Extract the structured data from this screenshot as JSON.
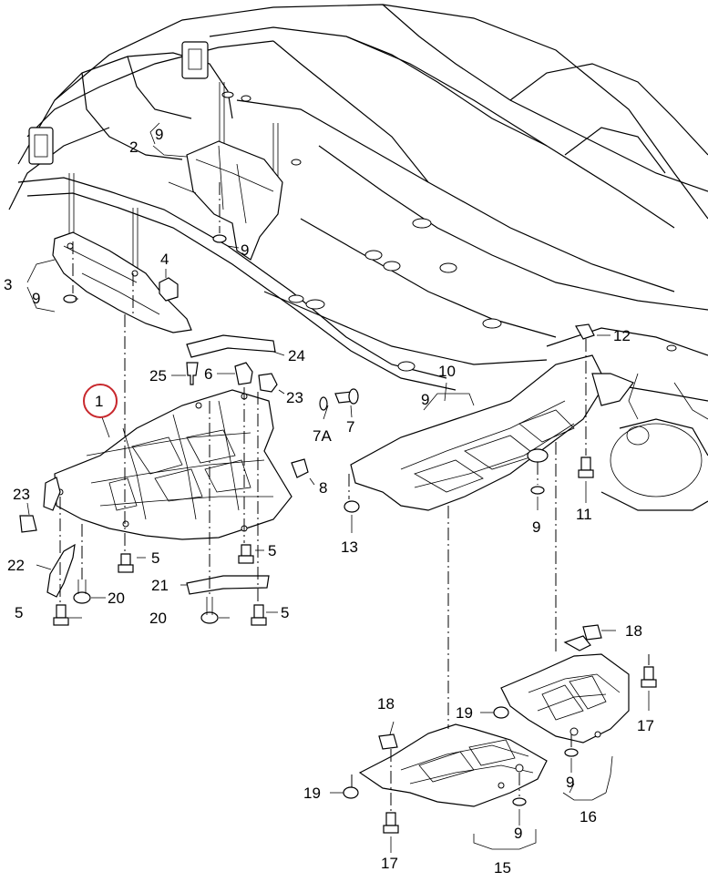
{
  "diagram": {
    "highlight_color": "#c8282d",
    "line_color": "#000000",
    "callouts": [
      {
        "id": "c1",
        "label": "1",
        "highlighted": true
      },
      {
        "id": "c2",
        "label": "2"
      },
      {
        "id": "c2b",
        "label": "9"
      },
      {
        "id": "c3",
        "label": "3"
      },
      {
        "id": "c3b",
        "label": "9"
      },
      {
        "id": "c4",
        "label": "4"
      },
      {
        "id": "c5a",
        "label": "5"
      },
      {
        "id": "c5b",
        "label": "5"
      },
      {
        "id": "c5c",
        "label": "5"
      },
      {
        "id": "c5d",
        "label": "5"
      },
      {
        "id": "c6",
        "label": "6"
      },
      {
        "id": "c7",
        "label": "7"
      },
      {
        "id": "c7a",
        "label": "7A"
      },
      {
        "id": "c8",
        "label": "8"
      },
      {
        "id": "c9a",
        "label": "9"
      },
      {
        "id": "c9b",
        "label": "9"
      },
      {
        "id": "c9c",
        "label": "9"
      },
      {
        "id": "c9d",
        "label": "9"
      },
      {
        "id": "c9e",
        "label": "9"
      },
      {
        "id": "c10",
        "label": "10"
      },
      {
        "id": "c11",
        "label": "11"
      },
      {
        "id": "c12",
        "label": "12"
      },
      {
        "id": "c13",
        "label": "13"
      },
      {
        "id": "c15",
        "label": "15"
      },
      {
        "id": "c16",
        "label": "16"
      },
      {
        "id": "c17a",
        "label": "17"
      },
      {
        "id": "c17b",
        "label": "17"
      },
      {
        "id": "c18a",
        "label": "18"
      },
      {
        "id": "c18b",
        "label": "18"
      },
      {
        "id": "c19a",
        "label": "19"
      },
      {
        "id": "c19b",
        "label": "19"
      },
      {
        "id": "c20a",
        "label": "20"
      },
      {
        "id": "c20b",
        "label": "20"
      },
      {
        "id": "c21",
        "label": "21"
      },
      {
        "id": "c22",
        "label": "22"
      },
      {
        "id": "c23a",
        "label": "23"
      },
      {
        "id": "c23b",
        "label": "23"
      },
      {
        "id": "c24",
        "label": "24"
      },
      {
        "id": "c25",
        "label": "25"
      }
    ]
  }
}
